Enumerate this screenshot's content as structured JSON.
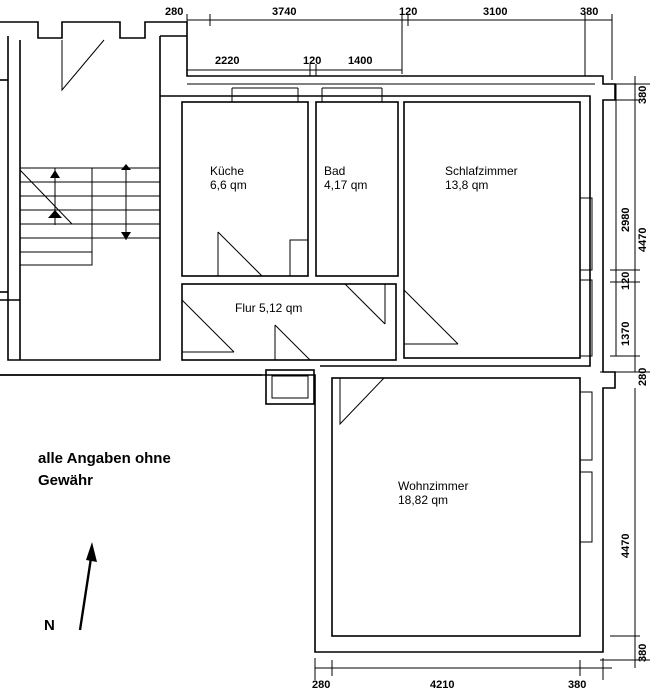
{
  "rooms": {
    "kueche": {
      "name": "Küche",
      "area": "6,6 qm"
    },
    "bad": {
      "name": "Bad",
      "area": "4,17 qm"
    },
    "schlafzimmer": {
      "name": "Schlafzimmer",
      "area": "13,8 qm"
    },
    "flur": {
      "label": "Flur 5,12 qm"
    },
    "wohnzimmer": {
      "name": "Wohnzimmer",
      "area": "18,82 qm"
    }
  },
  "note": {
    "line1": "alle Angaben ohne",
    "line2": "Gewähr"
  },
  "compass": {
    "label": "N"
  },
  "dimensions": {
    "top_outer": [
      "280",
      "3740",
      "120",
      "3100",
      "380"
    ],
    "top_inner": [
      "2220",
      "120",
      "1400"
    ],
    "right_upper": [
      "380",
      "4470",
      "2980",
      "120",
      "1370",
      "280"
    ],
    "right_lower": [
      "4470",
      "380"
    ],
    "bottom": [
      "280",
      "4210",
      "380"
    ]
  }
}
